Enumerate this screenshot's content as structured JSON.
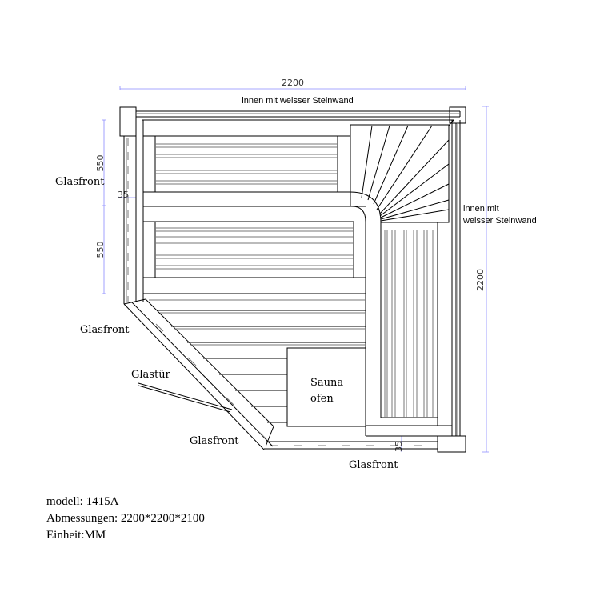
{
  "dimensions": {
    "top_width": "2200",
    "right_depth": "2200",
    "left_upper": "550",
    "left_lower": "550",
    "left_gap": "35",
    "bottom_gap": "35"
  },
  "labels": {
    "top_wall": "innen mit weisser Steinwand",
    "right_wall_line1": "innen mit",
    "right_wall_line2": "weisser Steinwand",
    "glasfront_left": "Glasfront",
    "glasfront_diag_top": "Glasfront",
    "glastuer": "Glastür",
    "glasfront_diag_bottom": "Glasfront",
    "glasfront_bottom": "Glasfront",
    "oven_line1": "Sauna",
    "oven_line2": "ofen"
  },
  "specs": {
    "model": "modell: 1415A",
    "dimensions": "Abmessungen: 2200*2200*2100",
    "unit": "Einheit:MM"
  }
}
